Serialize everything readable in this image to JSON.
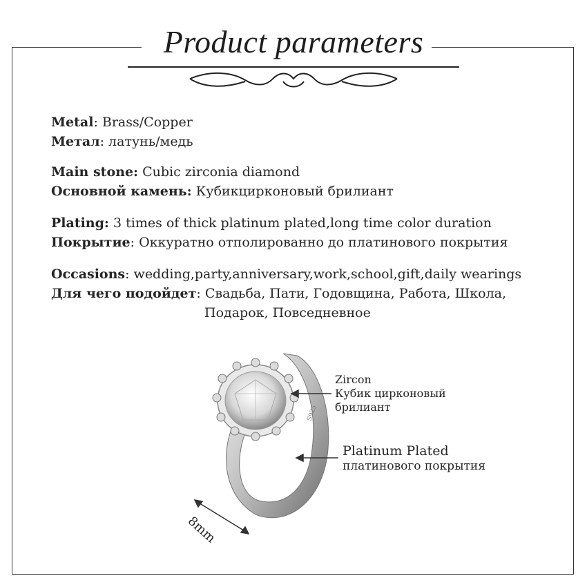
{
  "header": {
    "title": "Product parameters"
  },
  "specs": [
    {
      "en_label": "Metal",
      "en_value": ": Brass/Copper",
      "ru_label": "Метал",
      "ru_value": ": латунь/медь"
    },
    {
      "en_label": "Main stone:",
      "en_value": " Cubic zirconia diamond",
      "ru_label": "Основной камень:",
      "ru_value": " Кубикцирконовый брилиант"
    },
    {
      "en_label": "Plating:",
      "en_value": "  3 times of thick platinum plated,long time color duration",
      "ru_label": "Покрытие",
      "ru_value": ": Оккуратно отполированно до платинового покрытия"
    },
    {
      "en_label": "Occasions",
      "en_value": ": wedding,party,anniversary,work,school,gift,daily wearings",
      "ru_label": "Для чего подойдет",
      "ru_value": ":  Свадьба, Пати, Годовщина, Работа, Школа,",
      "ru_value_2": "Подарок, Повседневное"
    }
  ],
  "callouts": {
    "zircon_en": "Zircon",
    "zircon_ru_1": "Кубик цирконовый",
    "zircon_ru_2": "брилиант",
    "plated_en": "Platinum Plated",
    "plated_ru": "платинового покрытия",
    "size": "8mm",
    "stamp": "S925"
  }
}
